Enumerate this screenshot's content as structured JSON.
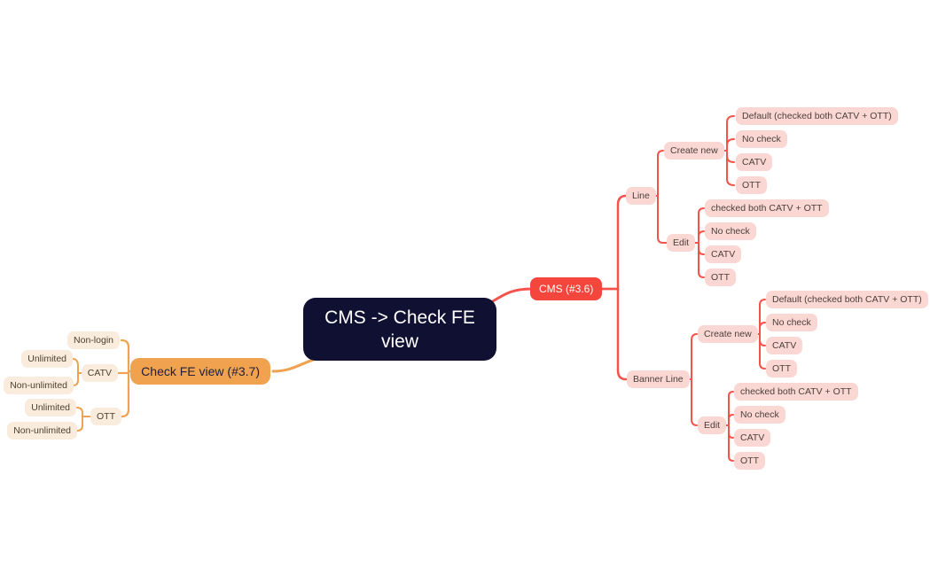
{
  "canvas": {
    "background": "#ffffff"
  },
  "colors": {
    "central_bg": "#101033",
    "central_text": "#ffffff",
    "right_root_bg": "#f4463c",
    "right_root_text": "#ffffff",
    "right_line": "#f4524b",
    "right_node_bg": "#fbd7d3",
    "left_root_bg": "#f0a24e",
    "left_line": "#efa24f",
    "left_node_bg": "#faecdc",
    "node_text": "#4a403b"
  },
  "mindmap": {
    "root": {
      "line1": "CMS -> Check FE",
      "line2": "view"
    },
    "right": {
      "label": "CMS (#3.6)",
      "children": [
        {
          "label": "Line",
          "children": [
            {
              "label": "Create new",
              "children": [
                {
                  "label": "Default (checked both CATV + OTT)"
                },
                {
                  "label": "No check"
                },
                {
                  "label": "CATV"
                },
                {
                  "label": "OTT"
                }
              ]
            },
            {
              "label": "Edit",
              "children": [
                {
                  "label": "checked both CATV + OTT"
                },
                {
                  "label": "No check"
                },
                {
                  "label": "CATV"
                },
                {
                  "label": "OTT"
                }
              ]
            }
          ]
        },
        {
          "label": "Banner Line",
          "children": [
            {
              "label": "Create new",
              "children": [
                {
                  "label": "Default (checked both CATV + OTT)"
                },
                {
                  "label": "No check"
                },
                {
                  "label": "CATV"
                },
                {
                  "label": "OTT"
                }
              ]
            },
            {
              "label": "Edit",
              "children": [
                {
                  "label": "checked both CATV + OTT"
                },
                {
                  "label": "No check"
                },
                {
                  "label": "CATV"
                },
                {
                  "label": "OTT"
                }
              ]
            }
          ]
        }
      ]
    },
    "left": {
      "label": "Check FE view (#3.7)",
      "children": [
        {
          "label": "Non-login"
        },
        {
          "label": "CATV",
          "children": [
            {
              "label": "Unlimited"
            },
            {
              "label": "Non-unlimited"
            }
          ]
        },
        {
          "label": "OTT",
          "children": [
            {
              "label": "Unlimited"
            },
            {
              "label": "Non-unlimited"
            }
          ]
        }
      ]
    }
  }
}
